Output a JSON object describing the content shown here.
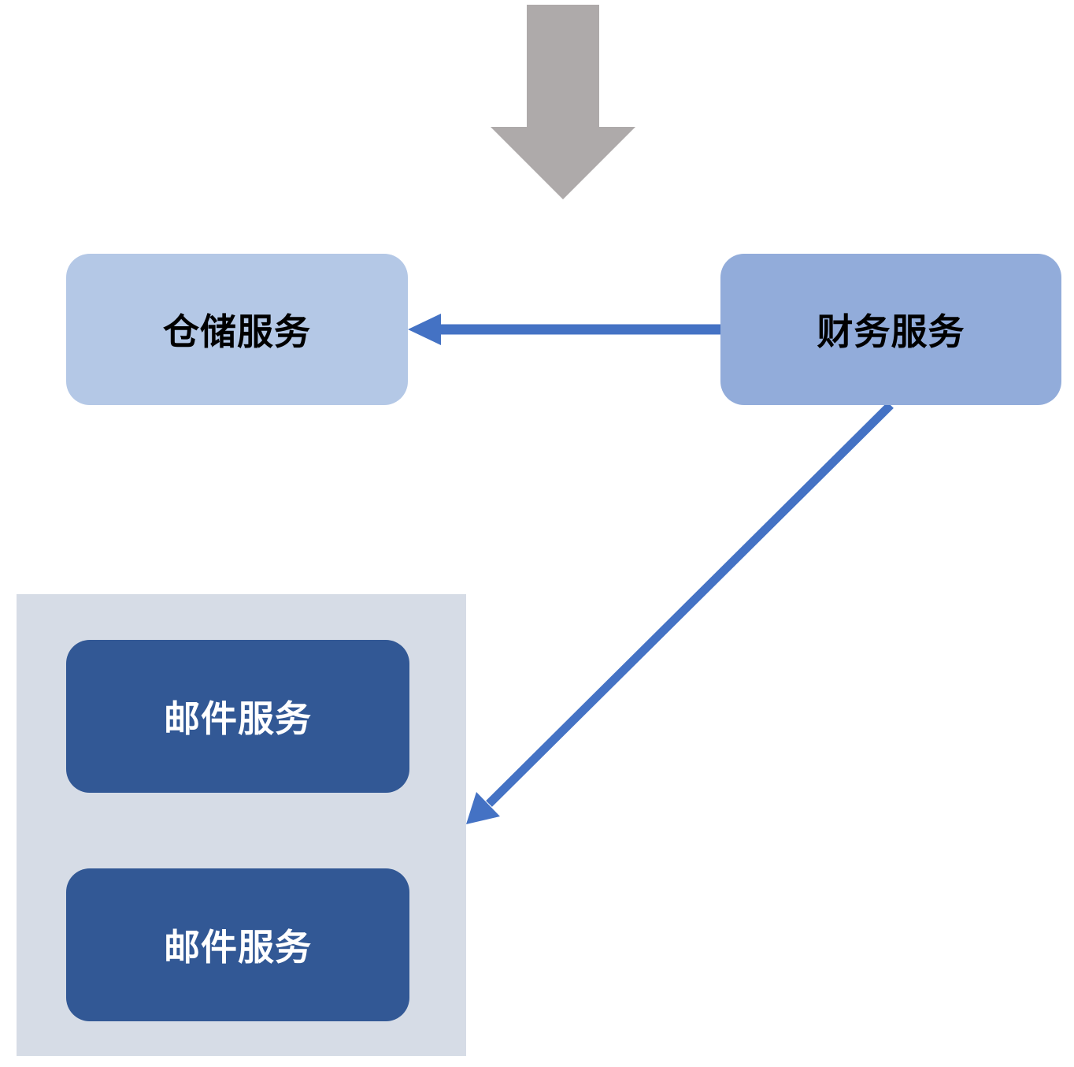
{
  "diagram": {
    "colors": {
      "entry_arrow": "#aeaaaa",
      "connector": "#4472c4",
      "warehouse_fill": "#b4c8e6",
      "finance_fill": "#92acda",
      "mail_fill": "#325895",
      "group_fill": "#d6dce6"
    },
    "nodes": {
      "warehouse": {
        "label": "仓储服务"
      },
      "finance": {
        "label": "财务服务"
      },
      "mail_group": {
        "items": [
          {
            "label": "邮件服务"
          },
          {
            "label": "邮件服务"
          }
        ]
      }
    },
    "edges": [
      {
        "from": "finance",
        "to": "warehouse"
      },
      {
        "from": "finance",
        "to": "mail_group"
      }
    ]
  }
}
